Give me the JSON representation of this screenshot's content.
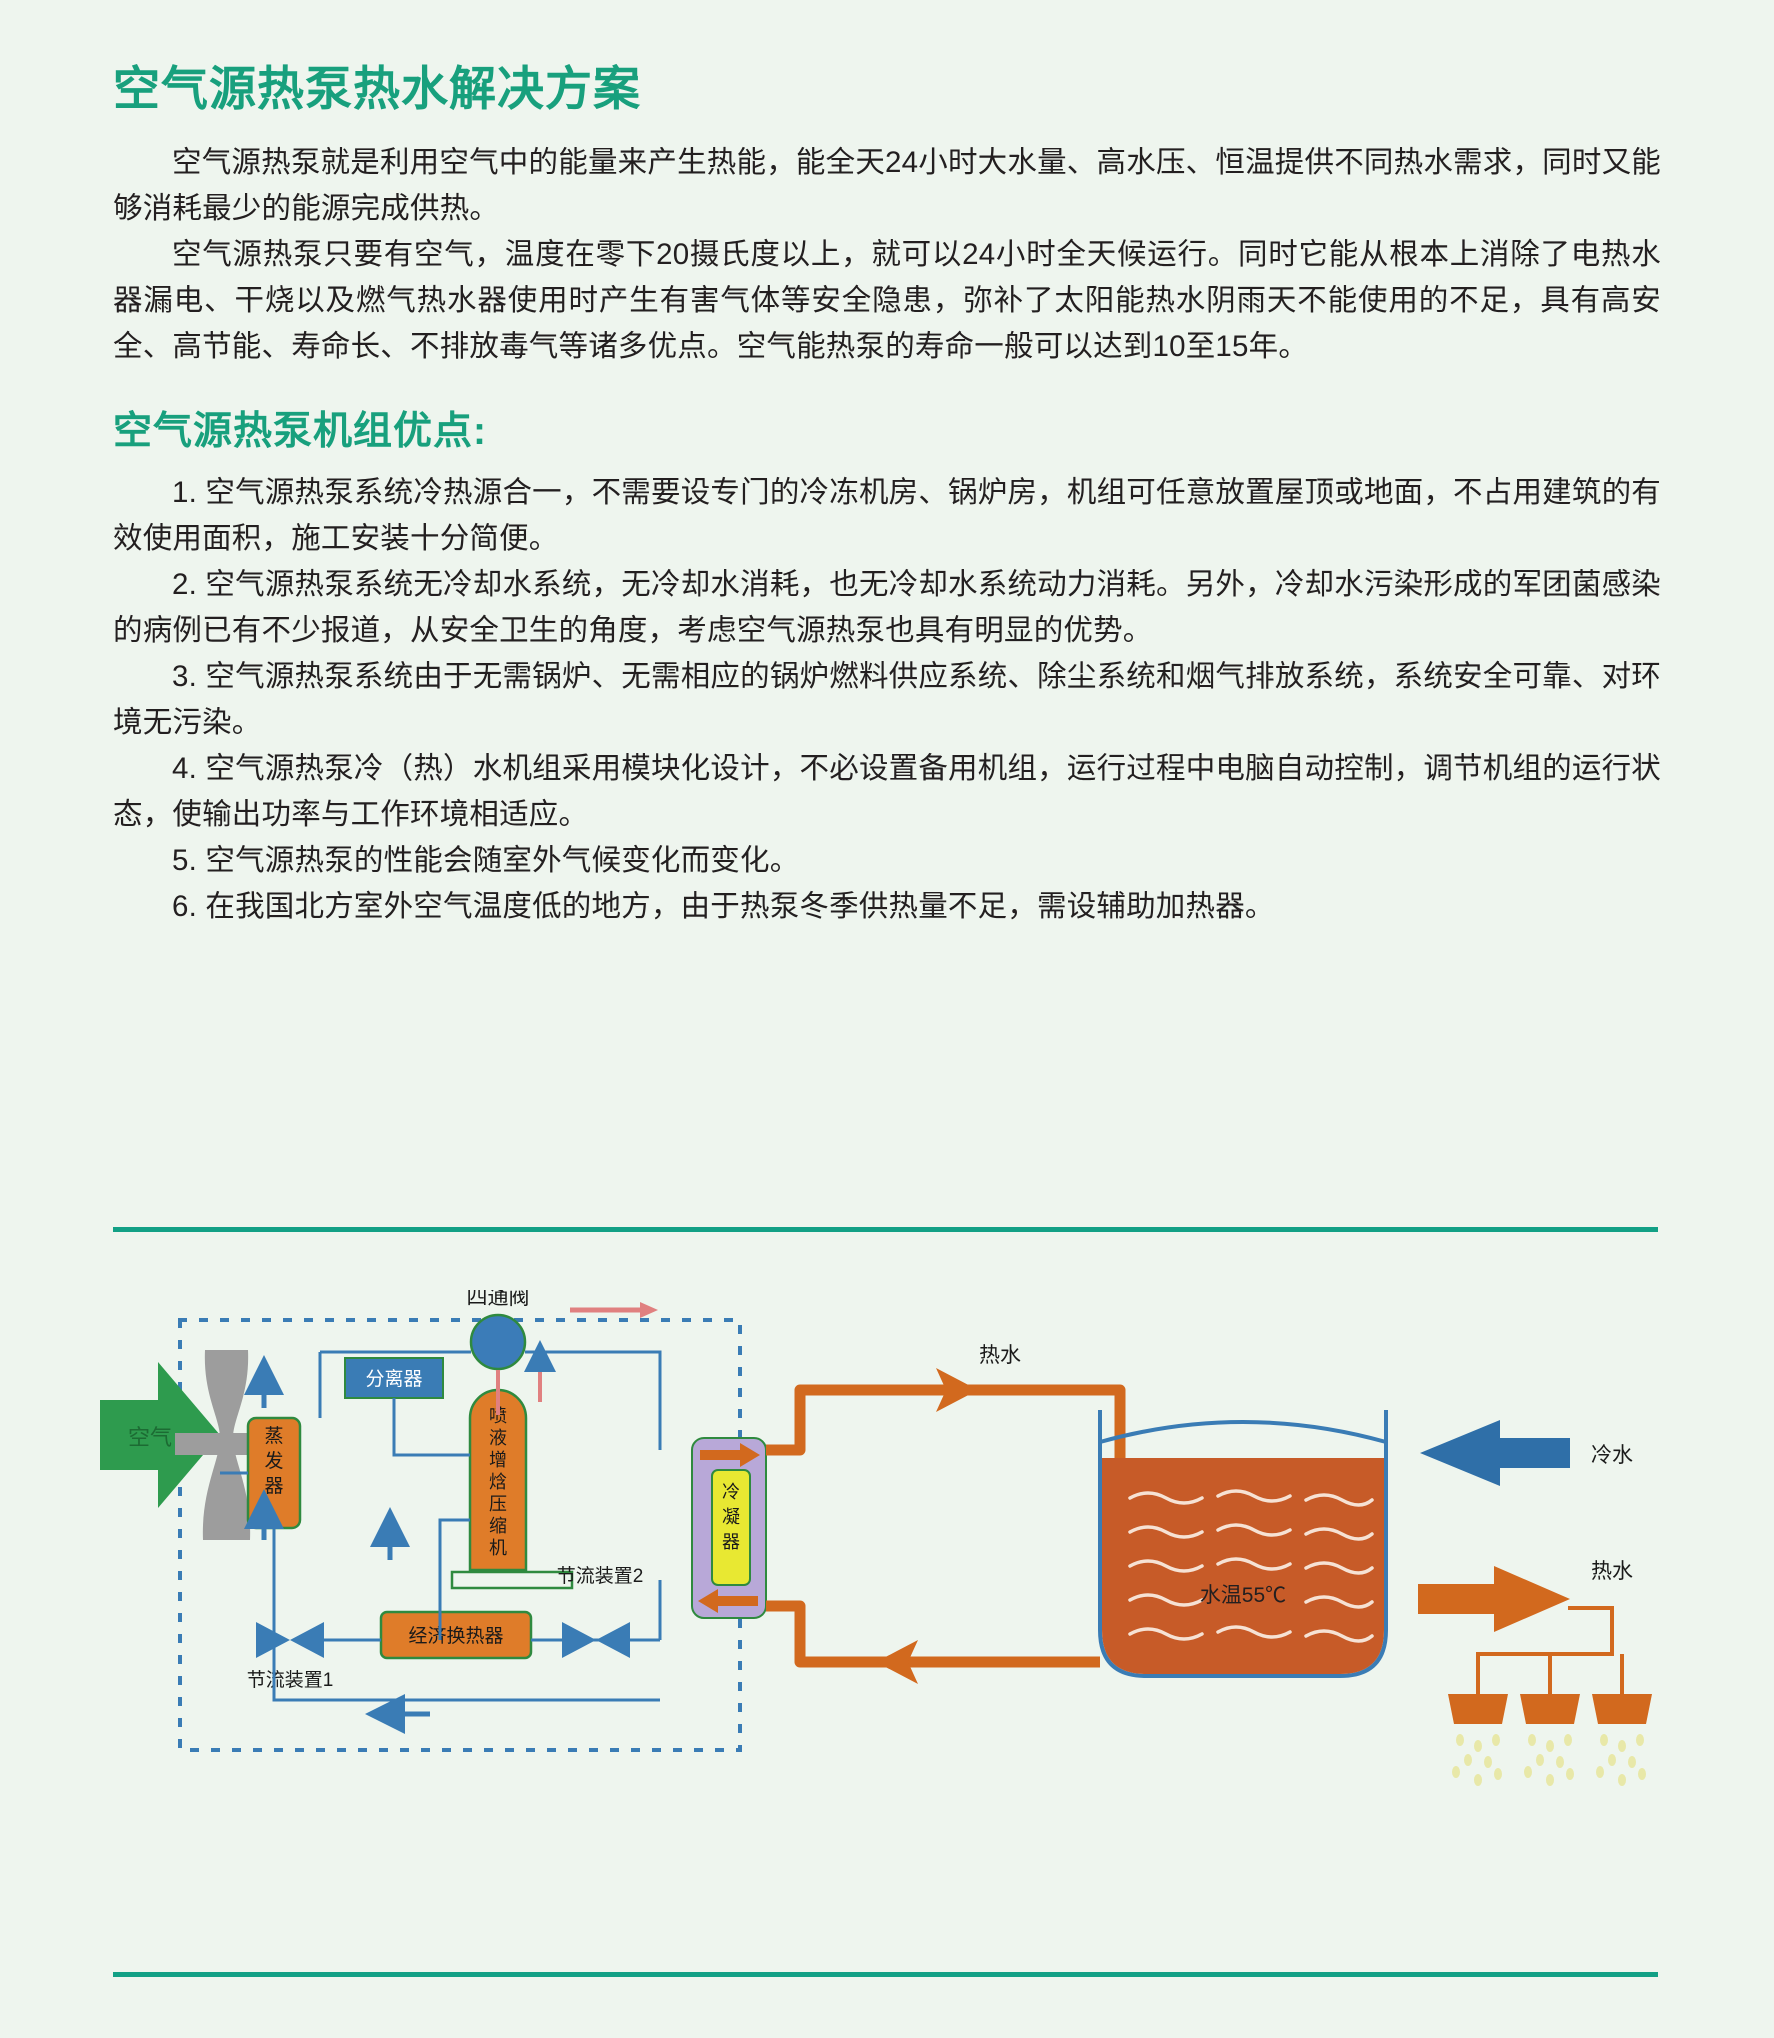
{
  "header": {
    "title": "空气源热泵热水解决方案",
    "accent_color": "#18a07d"
  },
  "intro": {
    "paragraphs": [
      "空气源热泵就是利用空气中的能量来产生热能，能全天24小时大水量、高水压、恒温提供不同热水需求，同时又能够消耗最少的能源完成供热。",
      "空气源热泵只要有空气，温度在零下20摄氏度以上，就可以24小时全天候运行。同时它能从根本上消除了电热水器漏电、干烧以及燃气热水器使用时产生有害气体等安全隐患，弥补了太阳能热水阴雨天不能使用的不足，具有高安全、高节能、寿命长、不排放毒气等诸多优点。空气能热泵的寿命一般可以达到10至15年。"
    ]
  },
  "advantages": {
    "heading": "空气源热泵机组优点:",
    "items": [
      "1. 空气源热泵系统冷热源合一，不需要设专门的冷冻机房、锅炉房，机组可任意放置屋顶或地面，不占用建筑的有效使用面积，施工安装十分简便。",
      "2. 空气源热泵系统无冷却水系统，无冷却水消耗，也无冷却水系统动力消耗。另外，冷却水污染形成的军团菌感染的病例已有不少报道，从安全卫生的角度，考虑空气源热泵也具有明显的优势。",
      "3. 空气源热泵系统由于无需锅炉、无需相应的锅炉燃料供应系统、除尘系统和烟气排放系统，系统安全可靠、对环境无污染。",
      "4. 空气源热泵冷（热）水机组采用模块化设计，不必设置备用机组，运行过程中电脑自动控制，调节机组的运行状态，使输出功率与工作环境相适应。",
      "5. 空气源热泵的性能会随室外气候变化而变化。",
      "6. 在我国北方室外空气温度低的地方，由于热泵冬季供热量不足，需设辅助加热器。"
    ]
  },
  "diagram": {
    "labels": {
      "air": "空气",
      "four_way_valve": "四通阀",
      "separator": "分离器",
      "evaporator": "蒸发器",
      "compressor": "喷液增焓压缩机",
      "economizer": "经济换热器",
      "throttle1": "节流装置1",
      "throttle2": "节流装置2",
      "condenser": "冷凝器",
      "hot_water_top": "热水",
      "cold_water": "冷水",
      "hot_water_out": "热水",
      "water_temp": "水温55℃"
    },
    "colors": {
      "air_green": "#2e9b4e",
      "orange": "#d2691e",
      "component_orange": "#df7c29",
      "blue": "#3a7cb5",
      "pipe_blue": "#3a7cb5",
      "valve_blue": "#3b7cb8",
      "condenser_yellow": "#e8e832",
      "condenser_frame": "#b8a8d8",
      "tank_orange": "#c75b28",
      "fan_gray": "#9d9d9d",
      "red_arrow": "#e08080",
      "dotted_border": "#3a7cb5"
    }
  }
}
